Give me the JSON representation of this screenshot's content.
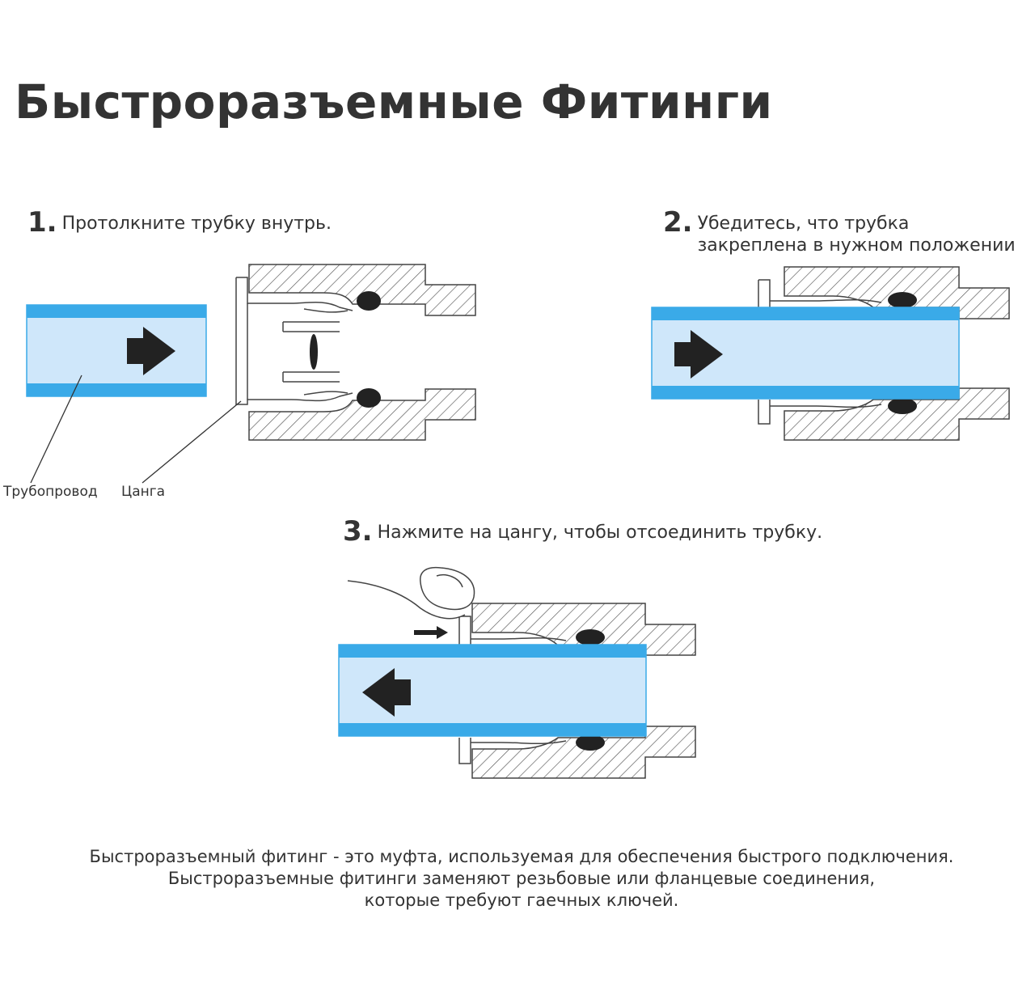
{
  "title": "Быстроразъемные Фитинги",
  "steps": [
    {
      "number": "1.",
      "text": "Протолкните трубку внутрь."
    },
    {
      "number": "2.",
      "text_line1": "Убедитесь, что трубка",
      "text_line2": "закреплена в нужном положении"
    },
    {
      "number": "3.",
      "text": "Нажмите на цангу, чтобы отсоединить трубку."
    }
  ],
  "labels": {
    "pipe": "Трубопровод",
    "collet": "Цанга"
  },
  "footer": {
    "line1": "Быстроразъемный фитинг - это муфта, используемая для обеспечения быстрого подключения.",
    "line2": "Быстроразъемные фитинги заменяют резьбовые или фланцевые соединения,",
    "line3": "которые требуют гаечных ключей."
  },
  "colors": {
    "tube_fill": "#cfe7fa",
    "tube_wall": "#3aaae8",
    "line": "#444444",
    "seal": "#222222"
  }
}
